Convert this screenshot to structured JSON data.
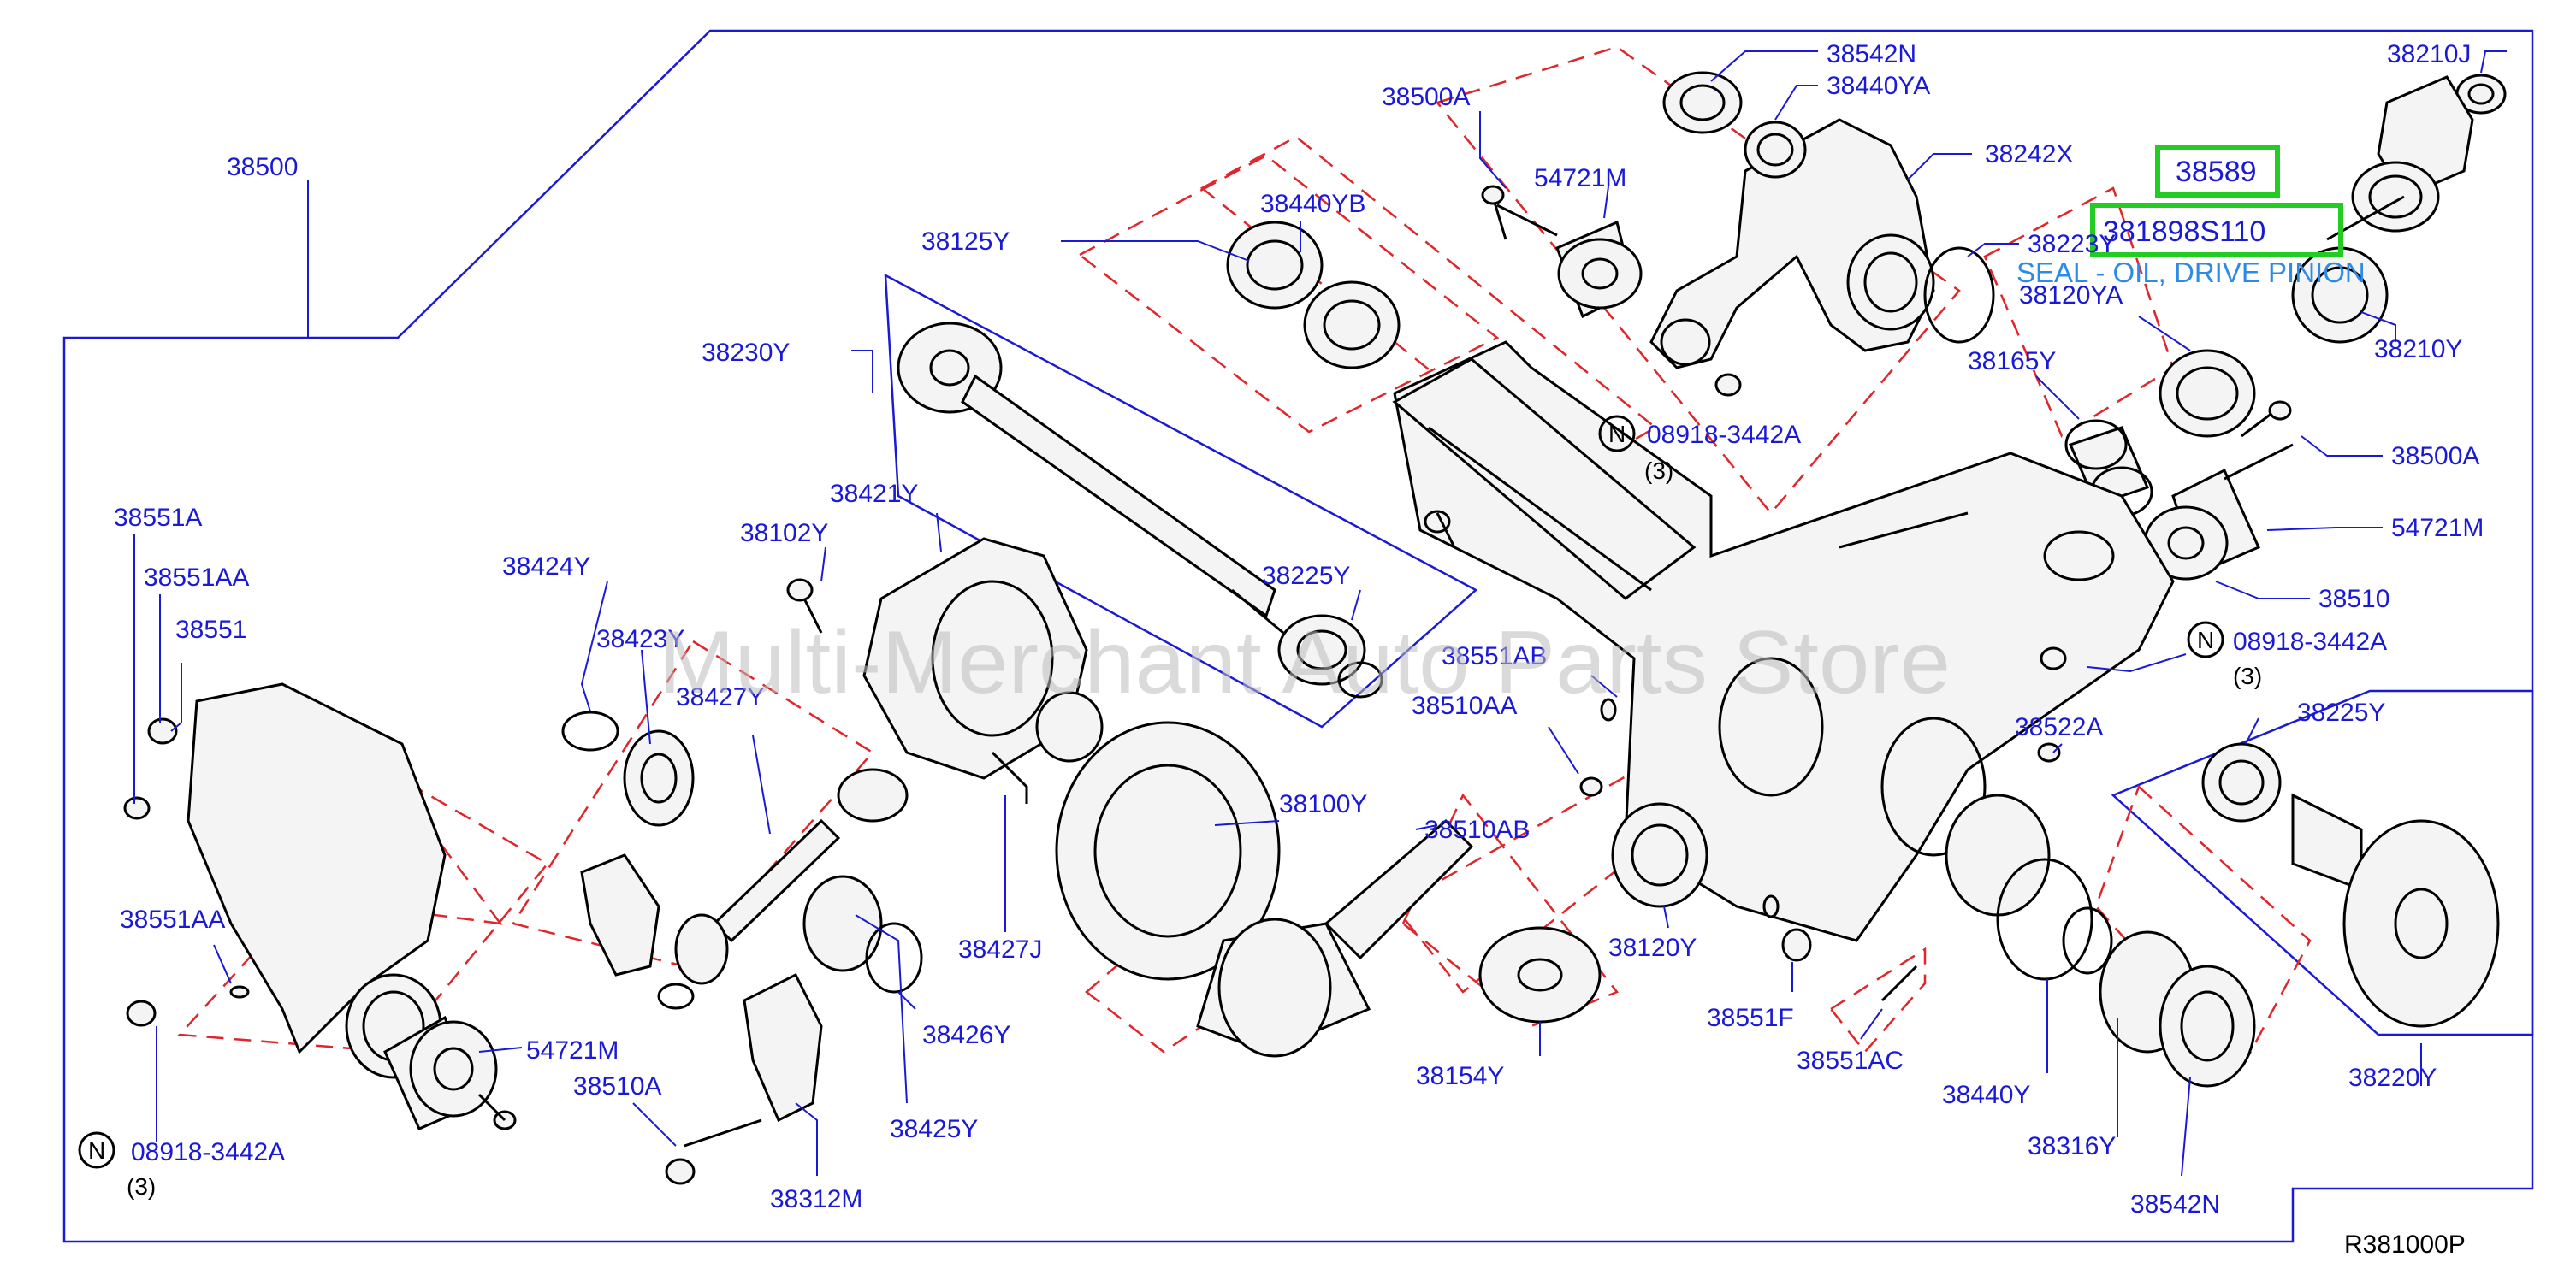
{
  "diagram": {
    "reference": "R381000P",
    "watermark": "Multi-Merchant Auto Parts Store",
    "note_symbol": "N",
    "qty_note": "(3)",
    "highlight": {
      "part_number": "38589",
      "part_code": "381898S110",
      "description": "SEAL - OIL, DRIVE PINION"
    },
    "labels": {
      "p38500": "38500",
      "p38500A_top": "38500A",
      "p38542N_top": "38542N",
      "p38440YA": "38440YA",
      "p38210J": "38210J",
      "p54721M_top": "54721M",
      "p38242X": "38242X",
      "p38223Y": "38223Y",
      "p38120YA": "38120YA",
      "p38210Y": "38210Y",
      "p38440YB": "38440YB",
      "p38125Y": "38125Y",
      "p38230Y": "38230Y",
      "p08918_top": "08918-3442A",
      "p38165Y": "38165Y",
      "p38500A_right": "38500A",
      "p54721M_right": "54721M",
      "p38510": "38510",
      "p08918_right": "08918-3442A",
      "p38551A": "38551A",
      "p38551AA_top": "38551AA",
      "p38551": "38551",
      "p38424Y": "38424Y",
      "p38423Y": "38423Y",
      "p38427Y": "38427Y",
      "p38102Y": "38102Y",
      "p38421Y": "38421Y",
      "p38225Y_mid": "38225Y",
      "p38551AB": "38551AB",
      "p38510AA": "38510AA",
      "p38225Y_right": "38225Y",
      "p38522A": "38522A",
      "p38100Y": "38100Y",
      "p38510AB": "38510AB",
      "p38427J": "38427J",
      "p38426Y": "38426Y",
      "p38425Y": "38425Y",
      "p38551AA_low": "38551AA",
      "p54721M_low": "54721M",
      "p38510A": "38510A",
      "p08918_low": "08918-3442A",
      "p38312M": "38312M",
      "p38120Y": "38120Y",
      "p38154Y": "38154Y",
      "p38551F": "38551F",
      "p38551AC": "38551AC",
      "p38440Y": "38440Y",
      "p38316Y": "38316Y",
      "p38542N_low": "38542N",
      "p38220Y": "38220Y"
    }
  }
}
